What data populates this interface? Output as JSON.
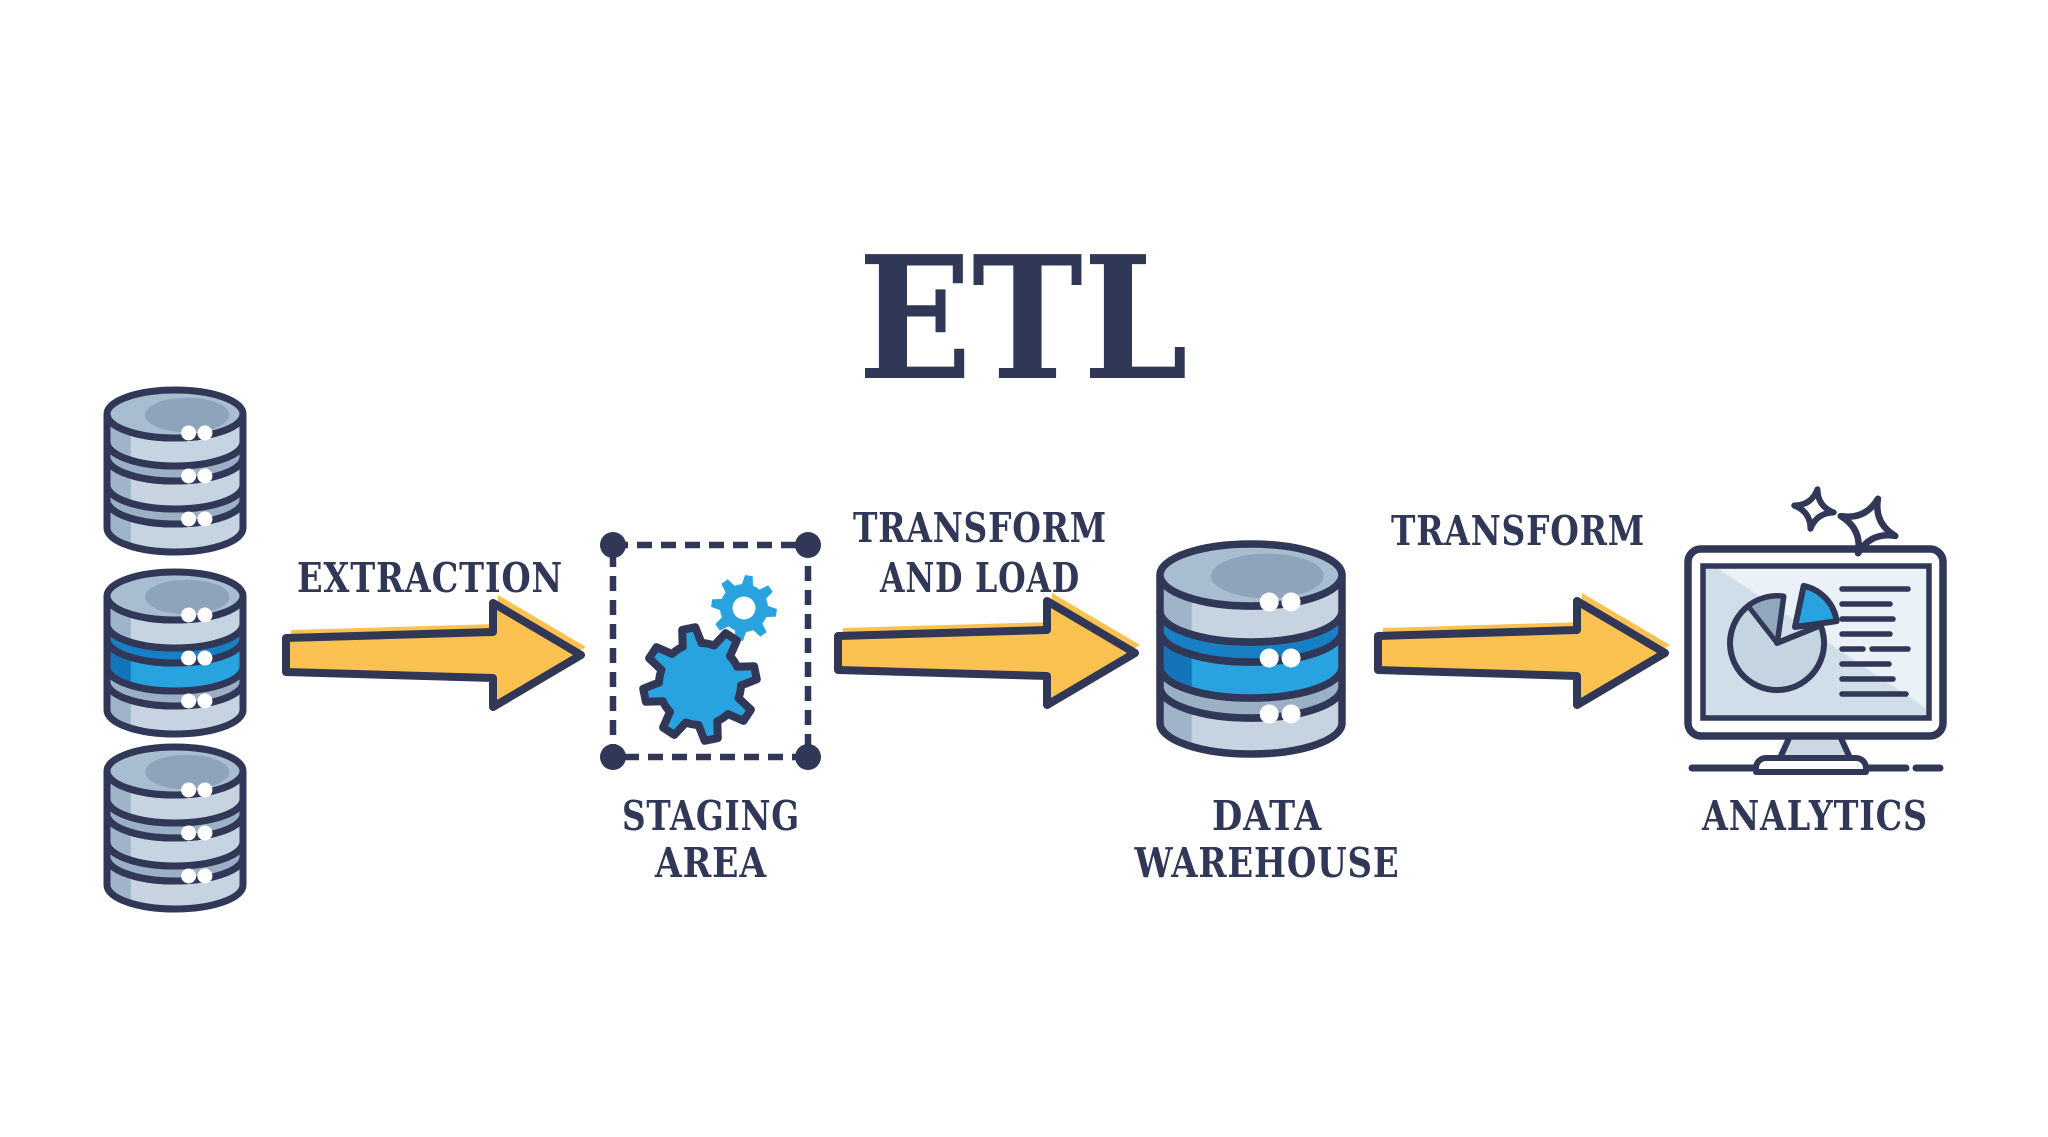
{
  "title": "ETL",
  "labels": {
    "extraction": "EXTRACTION",
    "staging_line1": "STAGING",
    "staging_line2": "AREA",
    "transform_load_line1": "TRANSFORM",
    "transform_load_line2": "AND LOAD",
    "warehouse_line1": "DATA",
    "warehouse_line2": "WAREHOUSE",
    "transform": "TRANSFORM",
    "analytics": "ANALYTICS"
  },
  "icons": {
    "sources": "database-stack-icon",
    "staging": "gears-icon",
    "warehouse": "database-icon",
    "analytics": "monitor-pie-chart-icon",
    "flow": "arrow-right-icon",
    "decor": "sparkle-icon"
  },
  "colors": {
    "navy": "#313756",
    "yellow": "#FBC251",
    "blue": "#29A3DF",
    "blue_dark": "#1474BA",
    "blue_face": "#1780C4",
    "gray_body": "#C6D4E2",
    "gray_shadow": "#9FB4C9",
    "gray_face": "#9BB0C5",
    "gray_top": "#A9BDD0",
    "gray_crescent": "#8EA4BB",
    "screen": "#D0DEE9",
    "screen_light": "#EAF1F7",
    "pie_gray": "#C5D4E1",
    "pie_dark": "#91A7BC",
    "stand": "#CBD8E4",
    "white": "#FFFFFF"
  }
}
